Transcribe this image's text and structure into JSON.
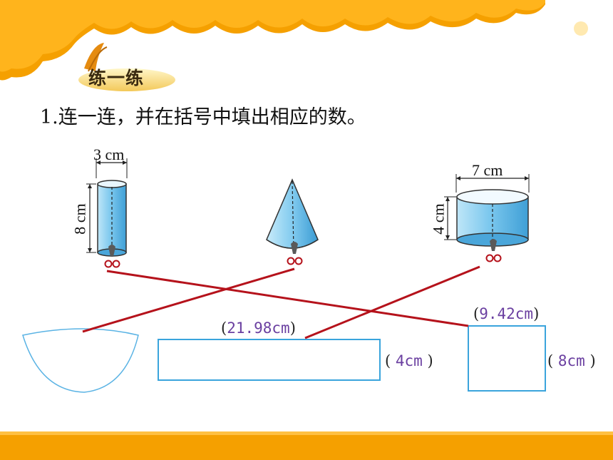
{
  "section": {
    "badge": "练一练"
  },
  "question": {
    "text": "1.连一连，并在括号中填出相应的数。"
  },
  "solids": {
    "cylinder_thin": {
      "diameter_label": "3 cm",
      "height_label": "8 cm"
    },
    "cylinder_wide": {
      "diameter_label": "7 cm",
      "height_label": "4 cm"
    }
  },
  "answers": {
    "rect_wide_length": "21.98cm",
    "rect_wide_width": "4cm",
    "rect_square_length": "9.42cm",
    "rect_square_width": "8cm"
  },
  "colors": {
    "accent_orange": "#f5a000",
    "shape_blue": "#8ed0f0",
    "outline_blue": "#3aa4dc",
    "connector_red": "#b5121b",
    "answer_purple": "#6a3fa0"
  }
}
